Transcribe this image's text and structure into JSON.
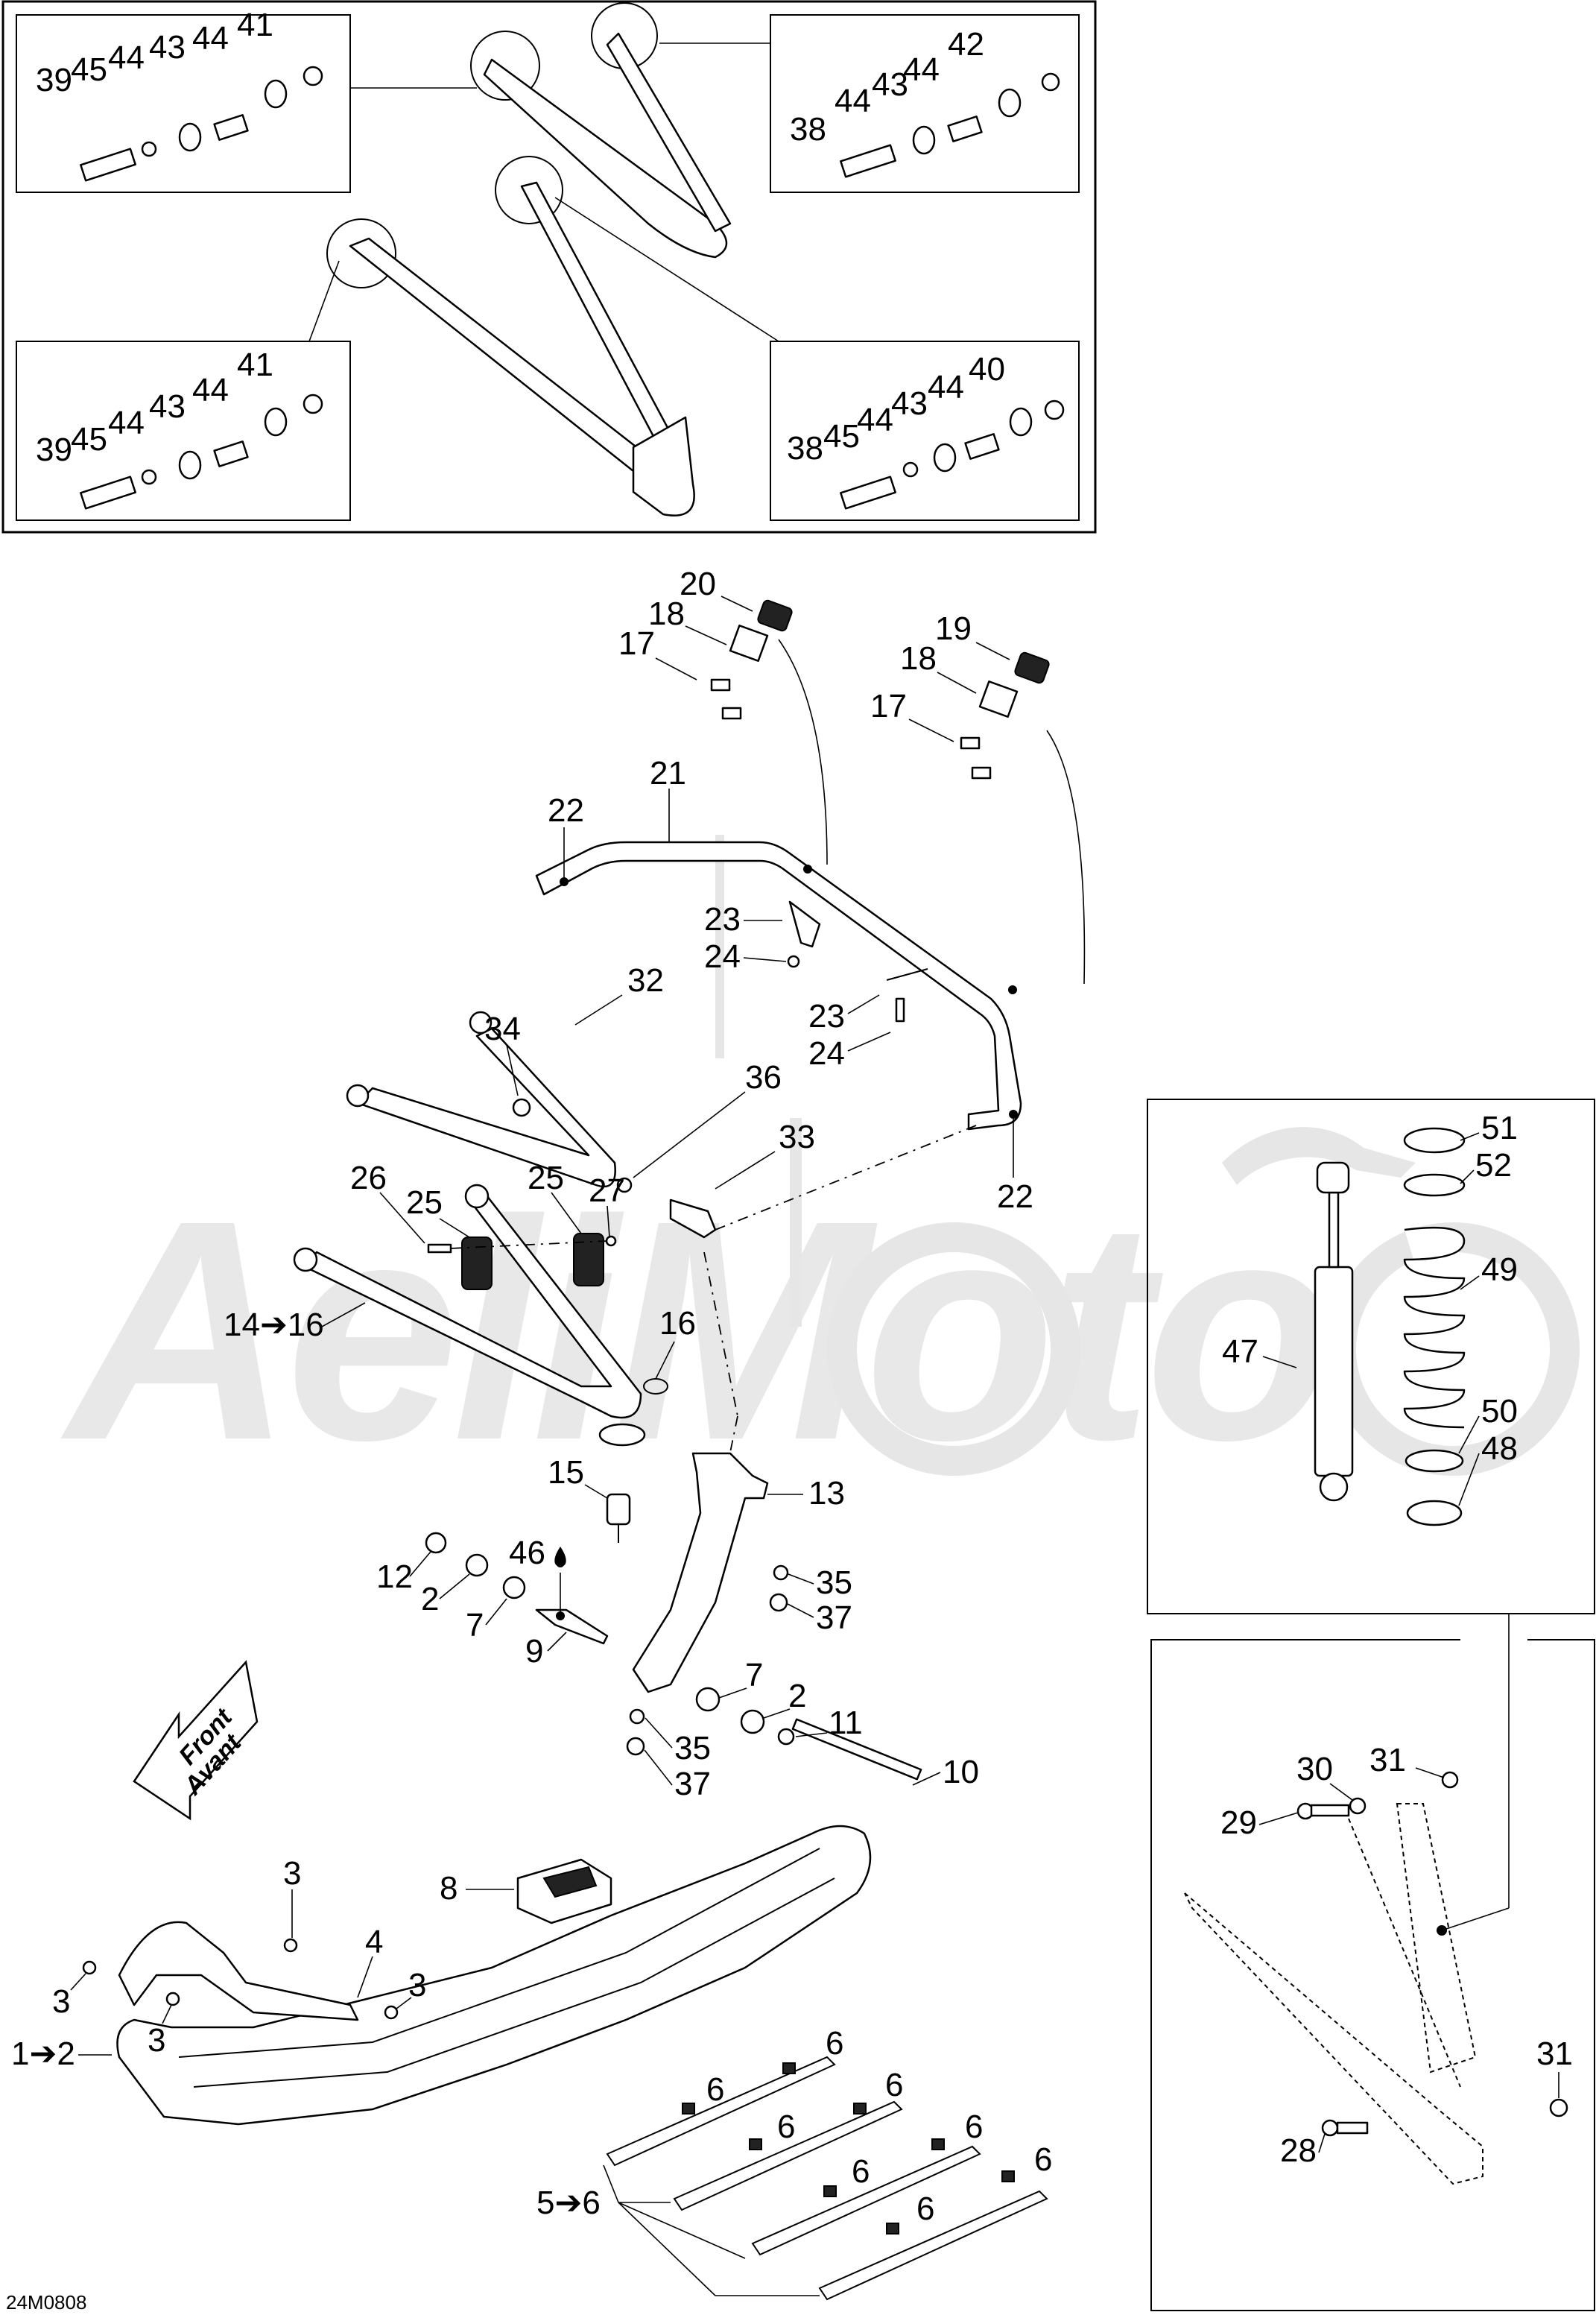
{
  "diagram": {
    "type": "exploded-parts-diagram",
    "reference_code": "24M0808",
    "watermark": "AeliMoto",
    "direction_arrow": {
      "line1": "Front",
      "line2": "Avant"
    },
    "detail_boxes": {
      "top_left_upper": [
        "39",
        "45",
        "44",
        "43",
        "44",
        "41"
      ],
      "top_right_upper": [
        "38",
        "44",
        "43",
        "44",
        "42"
      ],
      "top_left_lower": [
        "39",
        "45",
        "44",
        "43",
        "44",
        "41"
      ],
      "top_right_lower": [
        "38",
        "45",
        "44",
        "43",
        "44",
        "40"
      ],
      "shock_box": [
        "47",
        "51",
        "52",
        "49",
        "50",
        "48"
      ],
      "installed_shock_box": [
        "30",
        "31",
        "29",
        "31",
        "28"
      ]
    },
    "callouts": {
      "c20": "20",
      "c18a": "18",
      "c17a": "17",
      "c19": "19",
      "c18b": "18",
      "c17b": "17",
      "c21": "21",
      "c22a": "22",
      "c23a": "23",
      "c24a": "24",
      "c23b": "23",
      "c24b": "24",
      "c32": "32",
      "c34": "34",
      "c36": "36",
      "c33": "33",
      "c22b": "22",
      "c26": "26",
      "c25a": "25",
      "c25b": "25",
      "c27": "27",
      "c14_16": "14➔16",
      "c16": "16",
      "c15": "15",
      "c13": "13",
      "c46": "46",
      "c12": "12",
      "c2a": "2",
      "c7a": "7",
      "c9": "9",
      "c35a": "35",
      "c37a": "37",
      "c7b": "7",
      "c2b": "2",
      "c11": "11",
      "c35b": "35",
      "c37b": "37",
      "c10": "10",
      "c8": "8",
      "c3a": "3",
      "c4": "4",
      "c3b": "3",
      "c3c": "3",
      "c3d": "3",
      "c1_2": "1➔2",
      "c5_6": "5➔6",
      "c6a": "6",
      "c6b": "6",
      "c6c": "6",
      "c6d": "6",
      "c6e": "6",
      "c6f": "6",
      "c6g": "6",
      "c6h": "6",
      "c47": "47",
      "c51": "51",
      "c52": "52",
      "c49": "49",
      "c50": "50",
      "c48": "48",
      "c30": "30",
      "c31a": "31",
      "c29": "29",
      "c31b": "31",
      "c28": "28"
    },
    "box_labels": {
      "tlu": {
        "l39": "39",
        "l45": "45",
        "l44a": "44",
        "l43": "43",
        "l44b": "44",
        "l41": "41"
      },
      "tru": {
        "l38": "38",
        "l44a": "44",
        "l43": "43",
        "l44b": "44",
        "l42": "42"
      },
      "tll": {
        "l39": "39",
        "l45": "45",
        "l44a": "44",
        "l43": "43",
        "l44b": "44",
        "l41": "41"
      },
      "trl": {
        "l38": "38",
        "l45": "45",
        "l44a": "44",
        "l43": "43",
        "l44b": "44",
        "l40": "40"
      }
    },
    "lubricant_symbol": "oil-drop-icon"
  }
}
